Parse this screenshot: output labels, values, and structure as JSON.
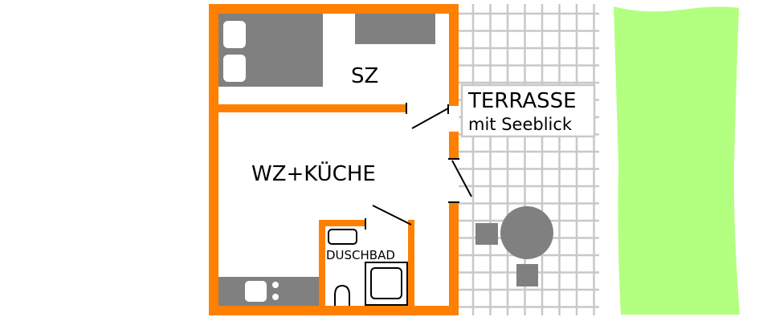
{
  "rooms": {
    "bedroom": "SZ",
    "living_kitchen": "WZ+KÜCHE",
    "shower_bath": "DUSCHBAD"
  },
  "terrace": {
    "title": "TERRASSE",
    "subtitle": "mit Seeblick"
  },
  "colors": {
    "wall": "#ff8000",
    "furniture": "#808080",
    "tile_grid": "#c8c8c8",
    "lake": "#b3ff80"
  }
}
